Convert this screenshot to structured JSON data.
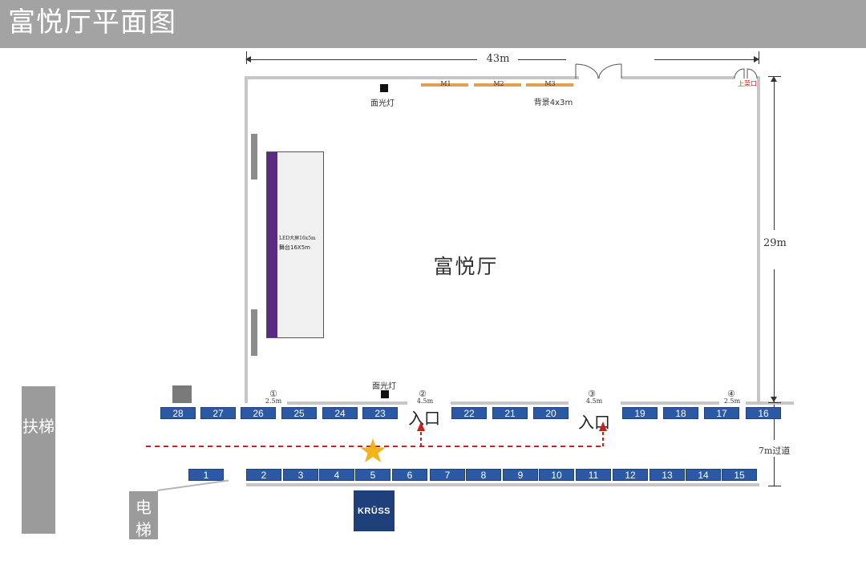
{
  "page_title": "富悦厅平面图",
  "hall_name": "富悦厅",
  "dimensions": {
    "width": "43m",
    "height": "29m",
    "corridor": "7m过道",
    "entrance_widths": [
      "2.5m",
      "4.5m",
      "4.5m",
      "2.5m"
    ]
  },
  "entrances": [
    {
      "number": "①"
    },
    {
      "number": "②"
    },
    {
      "number": "③"
    },
    {
      "number": "④"
    }
  ],
  "entry_label": "入口",
  "face_light_label": "面光灯",
  "stage": {
    "led_label": "LED大屏16x5m",
    "stage_label": "舞台16X5m"
  },
  "backdrop": {
    "label": "背景4x3m",
    "items": [
      "M1",
      "M2",
      "M3"
    ]
  },
  "loading_door": "上菜口",
  "escalator": "扶梯",
  "elevator": "电梯",
  "logo": "KRŪSS",
  "booths_top": [
    "28",
    "27",
    "26",
    "25",
    "24",
    "23",
    "22",
    "21",
    "20",
    "19",
    "18",
    "17",
    "16"
  ],
  "booths_bottom": [
    "1",
    "2",
    "3",
    "4",
    "5",
    "6",
    "7",
    "8",
    "9",
    "10",
    "11",
    "12",
    "13",
    "14",
    "15"
  ],
  "colors": {
    "header": "#a3a3a3",
    "booth": "#2b59a3",
    "stage_led": "#5b2a86",
    "backdrop": "#e3a050",
    "route": "#cc1f1f",
    "star": "#f2b31b",
    "logo_bg": "#1e3f7a"
  }
}
